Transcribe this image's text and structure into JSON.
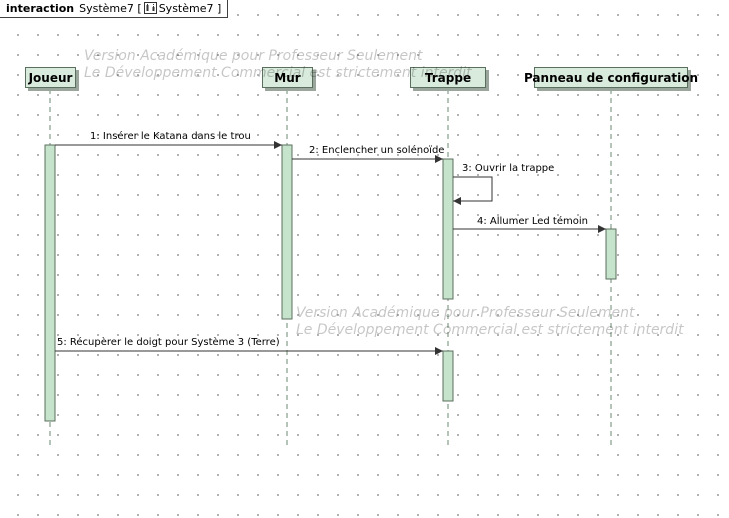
{
  "frame": {
    "keyword": "interaction",
    "name": "Système7",
    "ref_prefix": "[",
    "ref_name": "Système7",
    "ref_suffix": "]",
    "ref_icon": "diagram-icon"
  },
  "lifelines": [
    {
      "id": "joueur",
      "name": "Joueur"
    },
    {
      "id": "mur",
      "name": "Mur"
    },
    {
      "id": "trappe",
      "name": "Trappe"
    },
    {
      "id": "panneau",
      "name": "Panneau de configuration"
    }
  ],
  "messages": [
    {
      "number": 1,
      "label": "1: Insérer le Katana dans le trou",
      "from": "joueur",
      "to": "mur"
    },
    {
      "number": 2,
      "label": "2: Enclencher un solénoïde",
      "from": "mur",
      "to": "trappe"
    },
    {
      "number": 3,
      "label": "3: Ouvrir la trappe",
      "from": "trappe",
      "to": "trappe"
    },
    {
      "number": 4,
      "label": "4: Allumer Led témoin",
      "from": "trappe",
      "to": "panneau"
    },
    {
      "number": 5,
      "label": "5: Récupèrer le doigt pour Système 3 (Terre)",
      "from": "joueur",
      "to": "trappe"
    }
  ],
  "watermarks": [
    {
      "line1": "Version Académique pour Professeur Seulement",
      "line2": "Le Développement Commercial est strictement interdit"
    },
    {
      "line1": "Version Académique pour Professeur Seulement",
      "line2": "Le Développement Commercial est strictement interdit"
    }
  ],
  "colors": {
    "lifeline_fill": "#d9ebdc",
    "lifeline_border": "#5b6f5e",
    "activation_fill": "#c6e3cc",
    "lifeline_dash": "#6b8a70",
    "message_line": "#333333"
  }
}
